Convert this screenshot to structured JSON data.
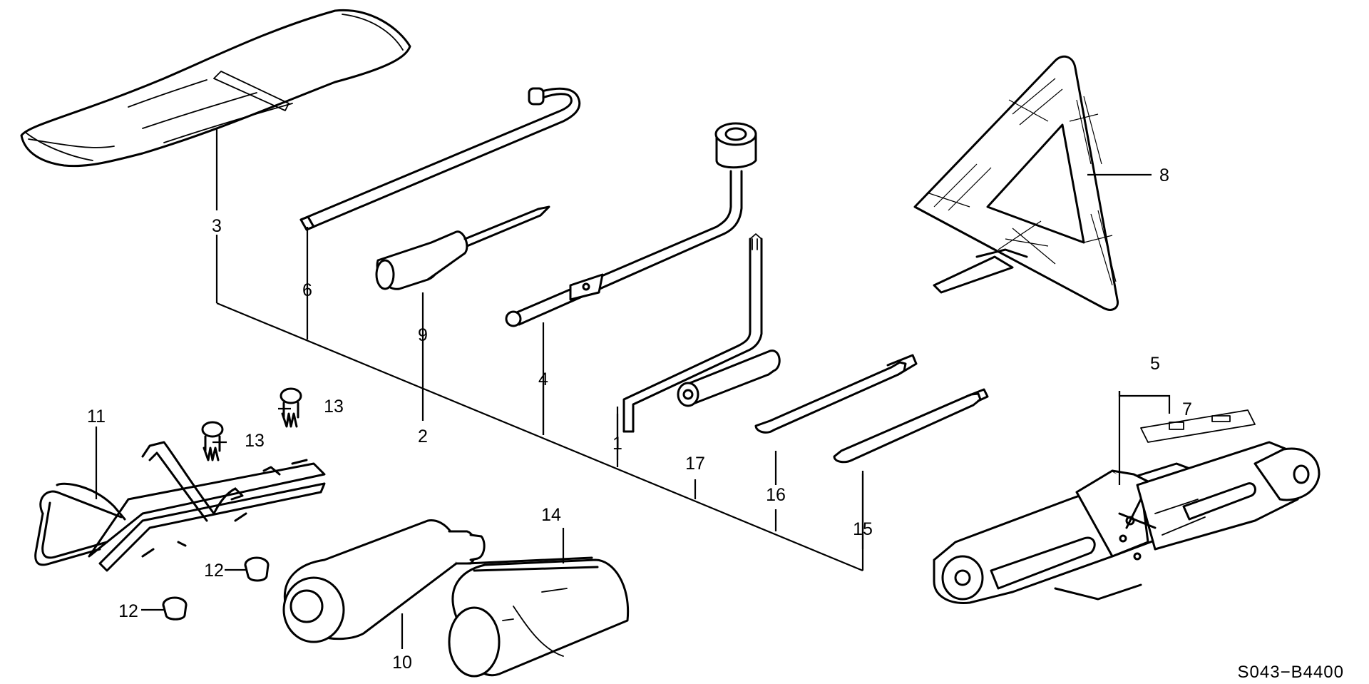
{
  "diagram": {
    "part_numbers": {
      "p1": "1",
      "p2": "2",
      "p3": "3",
      "p4": "4",
      "p5": "5",
      "p6": "6",
      "p7": "7",
      "p8": "8",
      "p9": "9",
      "p10": "10",
      "p11": "11",
      "p12a": "12",
      "p12b": "12",
      "p13a": "13",
      "p13b": "13",
      "p14": "14",
      "p15": "15",
      "p16": "16",
      "p17": "17"
    },
    "diagram_code": "S043−B4400"
  }
}
